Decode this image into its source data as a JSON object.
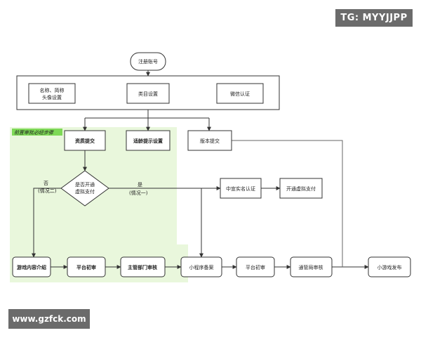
{
  "watermarks": {
    "top": "TG: MYYJJPP",
    "bottom": "www.gzfck.com"
  },
  "diagram": {
    "group_label": "前置审批必经步骤",
    "nodes": {
      "register": "注册账号",
      "name_avatar_line1": "名称、简称",
      "name_avatar_line2": "头像设置",
      "category": "类目设置",
      "wechat_auth": "微信认证",
      "qualification": "资质提交",
      "age_hint": "适龄提示设置",
      "version_submit": "版本提交",
      "decision_line1": "是否开通",
      "decision_line2": "虚拟支付",
      "cpc_auth": "中宣实名认证",
      "open_pay": "开通虚拟支付",
      "game_intro": "游戏内容介绍",
      "platform_review_1": "平台初审",
      "authority_review": "主管部门审核",
      "miniprogram_record": "小程序备案",
      "platform_review_2": "平台初审",
      "admin_review": "通管局审核",
      "publish": "小游戏发布"
    },
    "edge_labels": {
      "no": "否",
      "no_case": "(情况二)",
      "yes": "是",
      "yes_case": "(情况一)"
    }
  }
}
